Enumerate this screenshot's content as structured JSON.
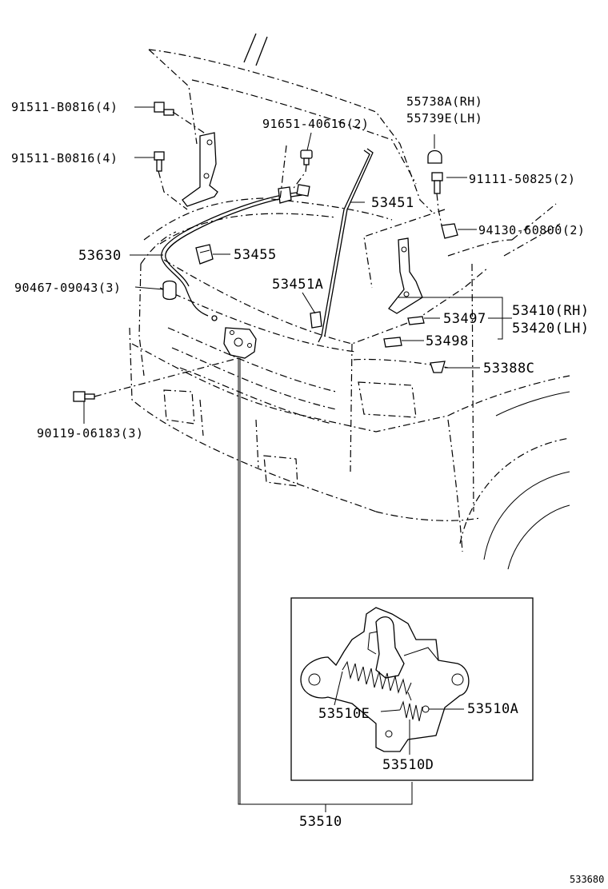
{
  "callouts": {
    "bolt_hood_upper": "91511-B0816(4)",
    "bolt_hood_lower": "91511-B0816(4)",
    "clamp_cable": "91651-40616(2)",
    "cushion_rh": "55738A(RH)",
    "cushion_lh": "55739E(LH)",
    "screw_hinge": "91111-50825(2)",
    "nut_hinge": "94130-60800(2)",
    "support_rod": "53451",
    "cable": "53630",
    "clamp_cable_2": "53455",
    "holder_rod": "53451A",
    "bumper_cushion": "90467-09043(3)",
    "hinge_rh": "53410(RH)",
    "hinge_lh": "53420(LH)",
    "shim_upper": "53497",
    "shim_lower": "53498",
    "cushion_stop": "53388C",
    "bolt_lock": "90119-06183(3)",
    "lock_assy": "53510",
    "lock_spring_e": "53510E",
    "lock_spring_a": "53510A",
    "lock_spring_d": "53510D"
  },
  "diagram_id": "533680"
}
